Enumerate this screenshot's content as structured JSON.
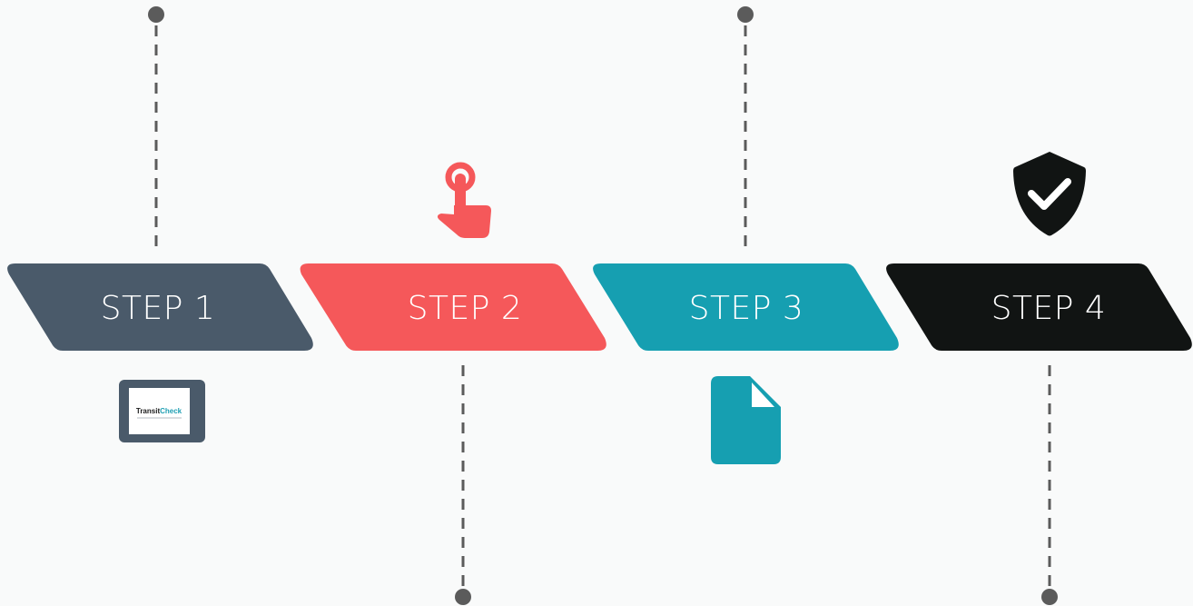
{
  "steps": [
    {
      "label": "STEP 1",
      "color": "#4a5a6a",
      "icon": "transitcheck-logo-icon"
    },
    {
      "label": "STEP 2",
      "color": "#f5585a",
      "icon": "pointer-hand-icon"
    },
    {
      "label": "STEP 3",
      "color": "#169fb1",
      "icon": "document-icon"
    },
    {
      "label": "STEP 4",
      "color": "#111413",
      "icon": "shield-check-icon"
    }
  ],
  "connector_color": "#5b5b5b",
  "logo": {
    "brand_part_1": "Transit",
    "brand_part_2": "Check"
  }
}
